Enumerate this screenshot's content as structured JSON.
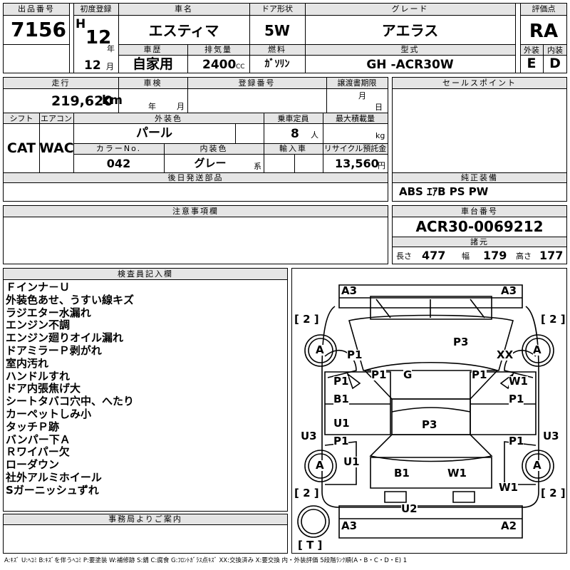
{
  "header": {
    "lot_label": "出品番号",
    "lot_number": "7156",
    "first_reg_label": "初度登録",
    "era": "H",
    "year": "12",
    "year_unit": "年",
    "month": "12",
    "month_unit": "月",
    "name_label": "車名",
    "car_name": "エスティマ",
    "door_label": "ドア形状",
    "door": "5W",
    "grade_label": "グレード",
    "grade": "アエラス",
    "score_label": "評価点",
    "score": "RA",
    "ext_label": "外装",
    "int_label": "内装",
    "ext_grade": "E",
    "int_grade": "D",
    "history_label": "車歴",
    "history": "自家用",
    "displacement_label": "排気量",
    "displacement": "2400",
    "displacement_unit": "CC",
    "fuel_label": "燃料",
    "fuel": "ｶﾞｿﾘﾝ",
    "model_label": "型式",
    "model": "GH -ACR30W"
  },
  "row2": {
    "mileage_label": "走行",
    "mileage": "219,620",
    "mileage_unit": "km",
    "inspection_label": "車検",
    "insp_year_unit": "年",
    "insp_month_unit": "月",
    "reg_label": "登録番号",
    "transfer_label": "譲渡書期限",
    "transfer_month_unit": "月",
    "transfer_day_unit": "日",
    "sales_label": "セールスポイント"
  },
  "row3": {
    "shift_label": "シフト",
    "shift": "CAT",
    "ac_label": "エアコン",
    "ac": "WAC",
    "color_label": "外装色",
    "color": "パール",
    "capacity_label": "乗車定員",
    "capacity": "8",
    "capacity_unit": "人",
    "load_label": "最大積載量",
    "load_unit": "kg",
    "color_no_label": "カラーNo.",
    "color_no": "042",
    "int_color_label": "内装色",
    "int_color": "グレー",
    "int_color_unit": "系",
    "import_label": "輸入車",
    "recycle_label": "リサイクル預託金",
    "recycle": "13,560",
    "recycle_unit": "円"
  },
  "later": {
    "label": "後日発送部品"
  },
  "equip": {
    "label": "純正装備",
    "value": "ABS ｴｱB PS PW"
  },
  "notes": {
    "label": "注意事項欄"
  },
  "chassis": {
    "label": "車台番号",
    "value": "ACR30-0069212",
    "dims_label": "諸元",
    "length_label": "長さ",
    "length": "477",
    "width_label": "幅",
    "width": "179",
    "height_label": "高さ",
    "height": "177"
  },
  "inspector": {
    "label": "検査員記入欄",
    "lines": [
      "Ｆインナ－Ｕ",
      "外装色あせ、うすい線キズ",
      "ラジエター水漏れ",
      "エンジン不調",
      "エンジン廻りオイル漏れ",
      "ドアミラーＰ剥がれ",
      "室内汚れ",
      "ハンドルすれ",
      "ドア内張焦げ大",
      "シートタバコ穴中、へたり",
      "カーペットしみ小",
      "タッチＰ跡",
      "バンパー下Ａ",
      "Ｒワイパー欠",
      "ローダウン",
      "社外アルミホイール",
      "Sガーニッシュずれ"
    ]
  },
  "office": {
    "label": "事務局よりご案内"
  },
  "diagram": {
    "marks": {
      "a3_fl": "A3",
      "a3_fr": "A3",
      "wheel_count_fl": "[ 2 ]",
      "wheel_count_fr": "[ 2 ]",
      "tire_fl": "A",
      "tire_fr": "A",
      "p1_fender_l": "P1",
      "p3_hood": "P3",
      "xx_fender_r": "XX",
      "p1_pillar_l": "P1",
      "g_glass": "G",
      "p1_pillar_r": "P1",
      "p1_door_fl": "P1",
      "w1_door_fr": "W1",
      "b1_door_fl": "B1",
      "p1_door_fr": "P1",
      "u1_door_rl": "U1",
      "p3_roof": "P3",
      "u3_left": "U3",
      "u3_right": "U3",
      "p1_door_rl": "P1",
      "p1_door_rr": "P1",
      "tire_rl": "A",
      "tire_rr": "A",
      "u1_rear_l": "U1",
      "b1_rear": "B1",
      "w1_rear": "W1",
      "w1_quarter_r": "W1",
      "wheel_count_rl": "[ 2 ]",
      "wheel_count_rr": "[ 2 ]",
      "u2_bumper": "U2",
      "a3_rl": "A3",
      "a2_rr": "A2",
      "spare": "[ T ]"
    },
    "legend": "A:ｷｽﾞ U:ﾍｺﾐ B:ｷｽﾞを伴うﾍｺﾐ P:要塗装 W:補修跡 S:錆 C:腐食 G:ﾌﾛﾝﾄｶﾞﾗｽ点ｷｽﾞ XX:交換済み X:要交換 内・外装評価 5段階ﾗﾝｸ順(A・B・C・D・E) 1"
  }
}
